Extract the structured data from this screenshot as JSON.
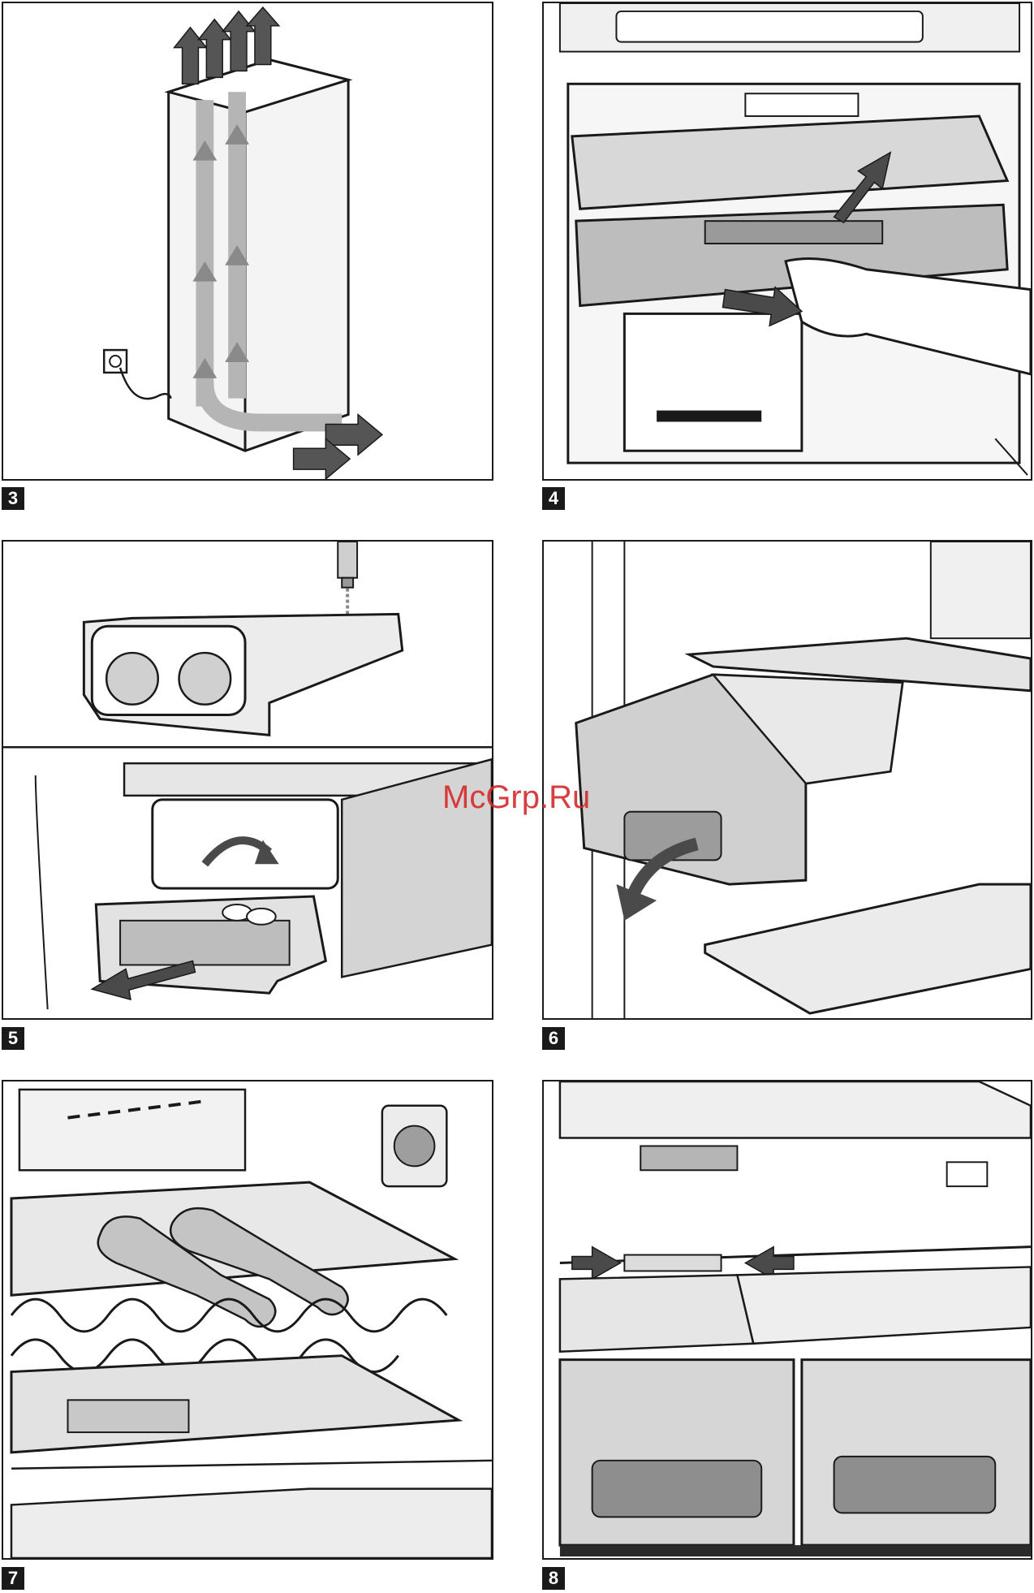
{
  "figures": [
    {
      "number": "3",
      "subject": "fridge-airflow"
    },
    {
      "number": "4",
      "subject": "freezer-tray-removal"
    },
    {
      "number": "5",
      "subject": "ice-cube-tray"
    },
    {
      "number": "6",
      "subject": "crisper-drawer"
    },
    {
      "number": "7",
      "subject": "wine-rack"
    },
    {
      "number": "8",
      "subject": "drawer-divider"
    }
  ],
  "watermark": "McGrp.Ru",
  "colors": {
    "line": "#1a1a1a",
    "shade": "#a8a8a8",
    "light": "#e6e6e6",
    "arrow": "#4a4a4a",
    "watermark": "#d42a2a"
  }
}
